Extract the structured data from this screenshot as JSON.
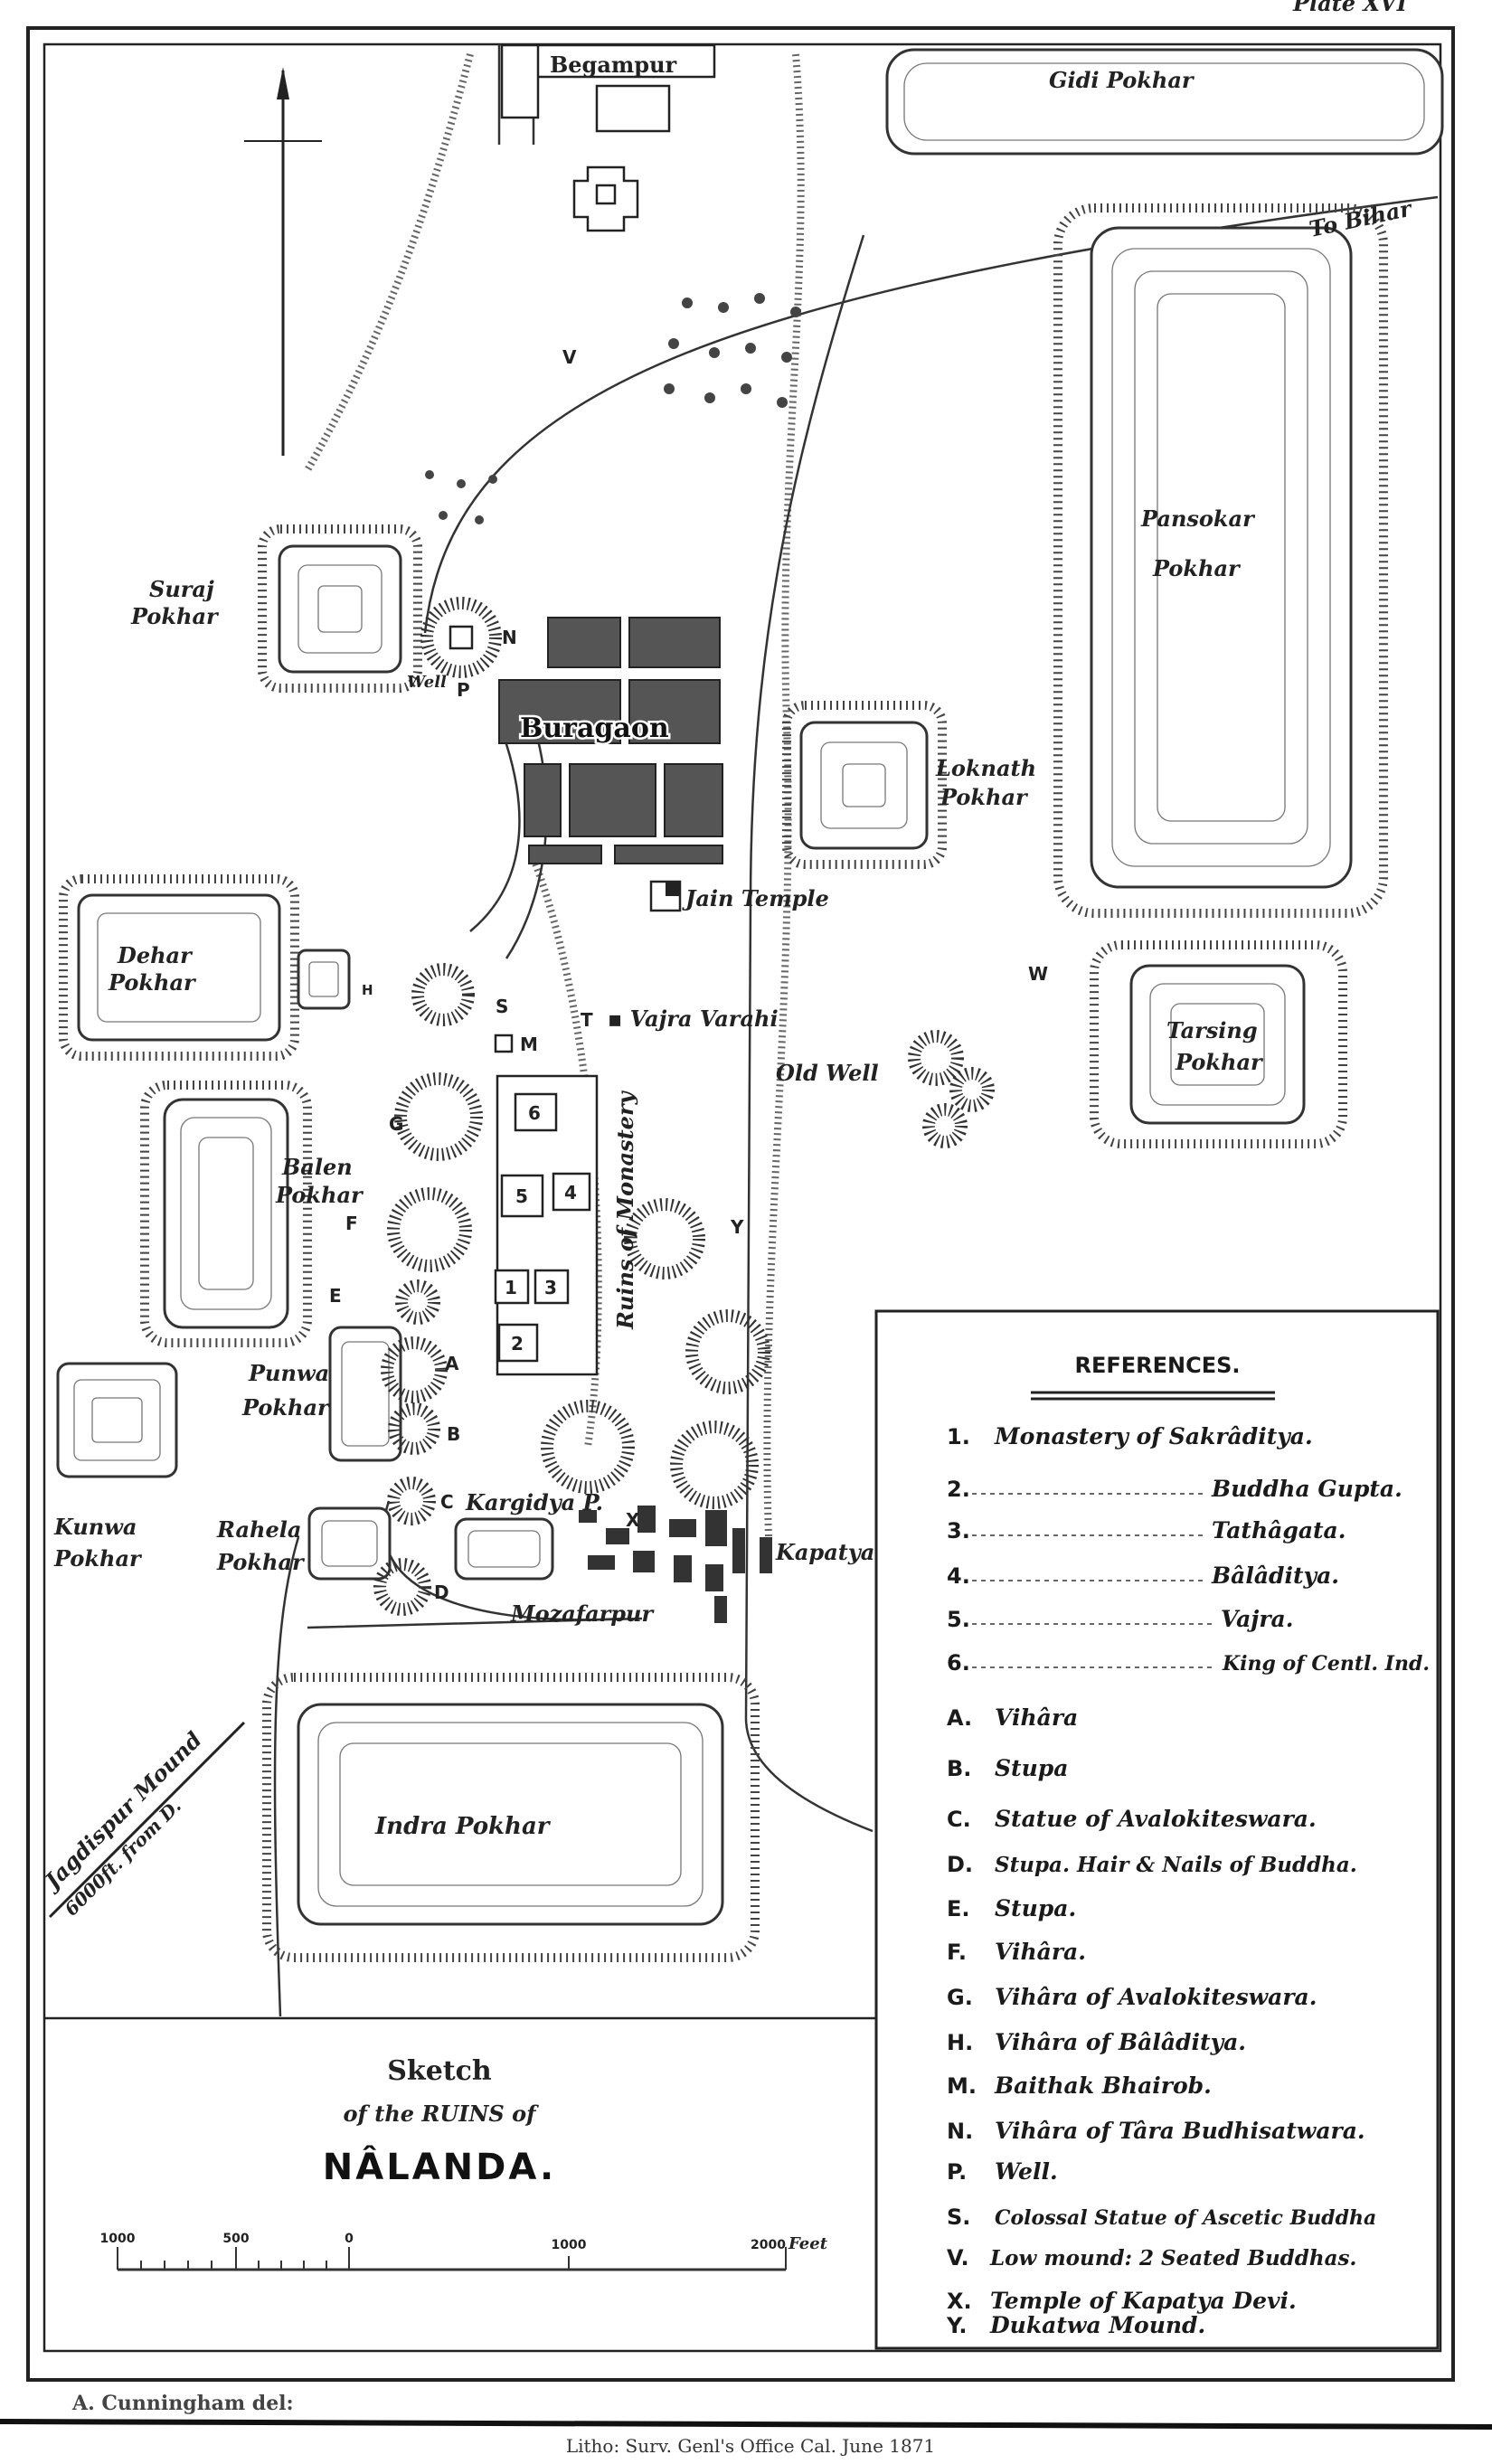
{
  "plate": "Plate XVI",
  "map": {
    "labels": [
      "Begampur",
      "Gidi Pokhar",
      "To Bihar",
      "V",
      "Pansokar",
      "Pokhar",
      "Suraj",
      "Pokhar",
      "N",
      "Well",
      "P",
      "Buragaon",
      "Loknath",
      "Pokhar",
      "Jain Temple",
      "Dehar",
      "Pokhar",
      "H",
      "S",
      "M",
      "T",
      "▪ Vajra Varahi",
      "Old Well",
      "W",
      "Tarsing",
      "Pokhar",
      "G",
      "Balen",
      "Pokhar",
      "F",
      "Ruins of Monastery",
      "Y",
      "E",
      "A",
      "Punwa",
      "Pokhar",
      "B",
      "C",
      "Kargidya P.",
      "X",
      "Kapatya",
      "Kunwa",
      "Pokhar",
      "Rahela",
      "Pokhar",
      "D",
      "Mozafarpur",
      "Indra Pokhar",
      "Jagdispur Mound",
      "6000ft. from D."
    ],
    "block_numbers": [
      "6",
      "5",
      "4",
      "1",
      "3",
      "2"
    ]
  },
  "references": {
    "heading": "REFERENCES.",
    "numbered": [
      {
        "key": "1.",
        "text": "Monastery of Sakrâditya."
      },
      {
        "key": "2.",
        "text": "Buddha Gupta."
      },
      {
        "key": "3.",
        "text": "Tathâgata."
      },
      {
        "key": "4.",
        "text": "Bâlâditya."
      },
      {
        "key": "5.",
        "text": "Vajra."
      },
      {
        "key": "6.",
        "text": "King of Centl. Ind."
      }
    ],
    "lettered": [
      {
        "key": "A.",
        "text": "Vihâra"
      },
      {
        "key": "B.",
        "text": "Stupa"
      },
      {
        "key": "C.",
        "text": "Statue of Avalokiteswara."
      },
      {
        "key": "D.",
        "text": "Stupa. Hair & Nails of Buddha."
      },
      {
        "key": "E.",
        "text": "Stupa."
      },
      {
        "key": "F.",
        "text": "Vihâra."
      },
      {
        "key": "G.",
        "text": "Vihâra of Avalokiteswara."
      },
      {
        "key": "H.",
        "text": "Vihâra of Bâlâditya."
      },
      {
        "key": "M.",
        "text": "Baithak Bhairob."
      },
      {
        "key": "N.",
        "text": "Vihâra of Târa Budhisatwara."
      },
      {
        "key": "P.",
        "text": "Well."
      },
      {
        "key": "S.",
        "text": "Colossal Statue of Ascetic Buddha"
      },
      {
        "key": "V.",
        "text": "Low mound: 2 Seated Buddhas."
      },
      {
        "key": "X.",
        "text": "Temple of Kapatya Devi."
      },
      {
        "key": "Y.",
        "text": "Dukatwa Mound."
      }
    ]
  },
  "title": {
    "line1": "Sketch",
    "line2": "of the RUINS of",
    "line3": "NÂLANDA."
  },
  "scale": {
    "ticks": [
      "1000",
      "500",
      "0",
      "1000",
      "2000"
    ],
    "unit": "Feet"
  },
  "credits": {
    "draughtsman": "A. Cunningham del:",
    "imprint": "Litho: Surv. Genl's Office Cal. June 1871"
  }
}
